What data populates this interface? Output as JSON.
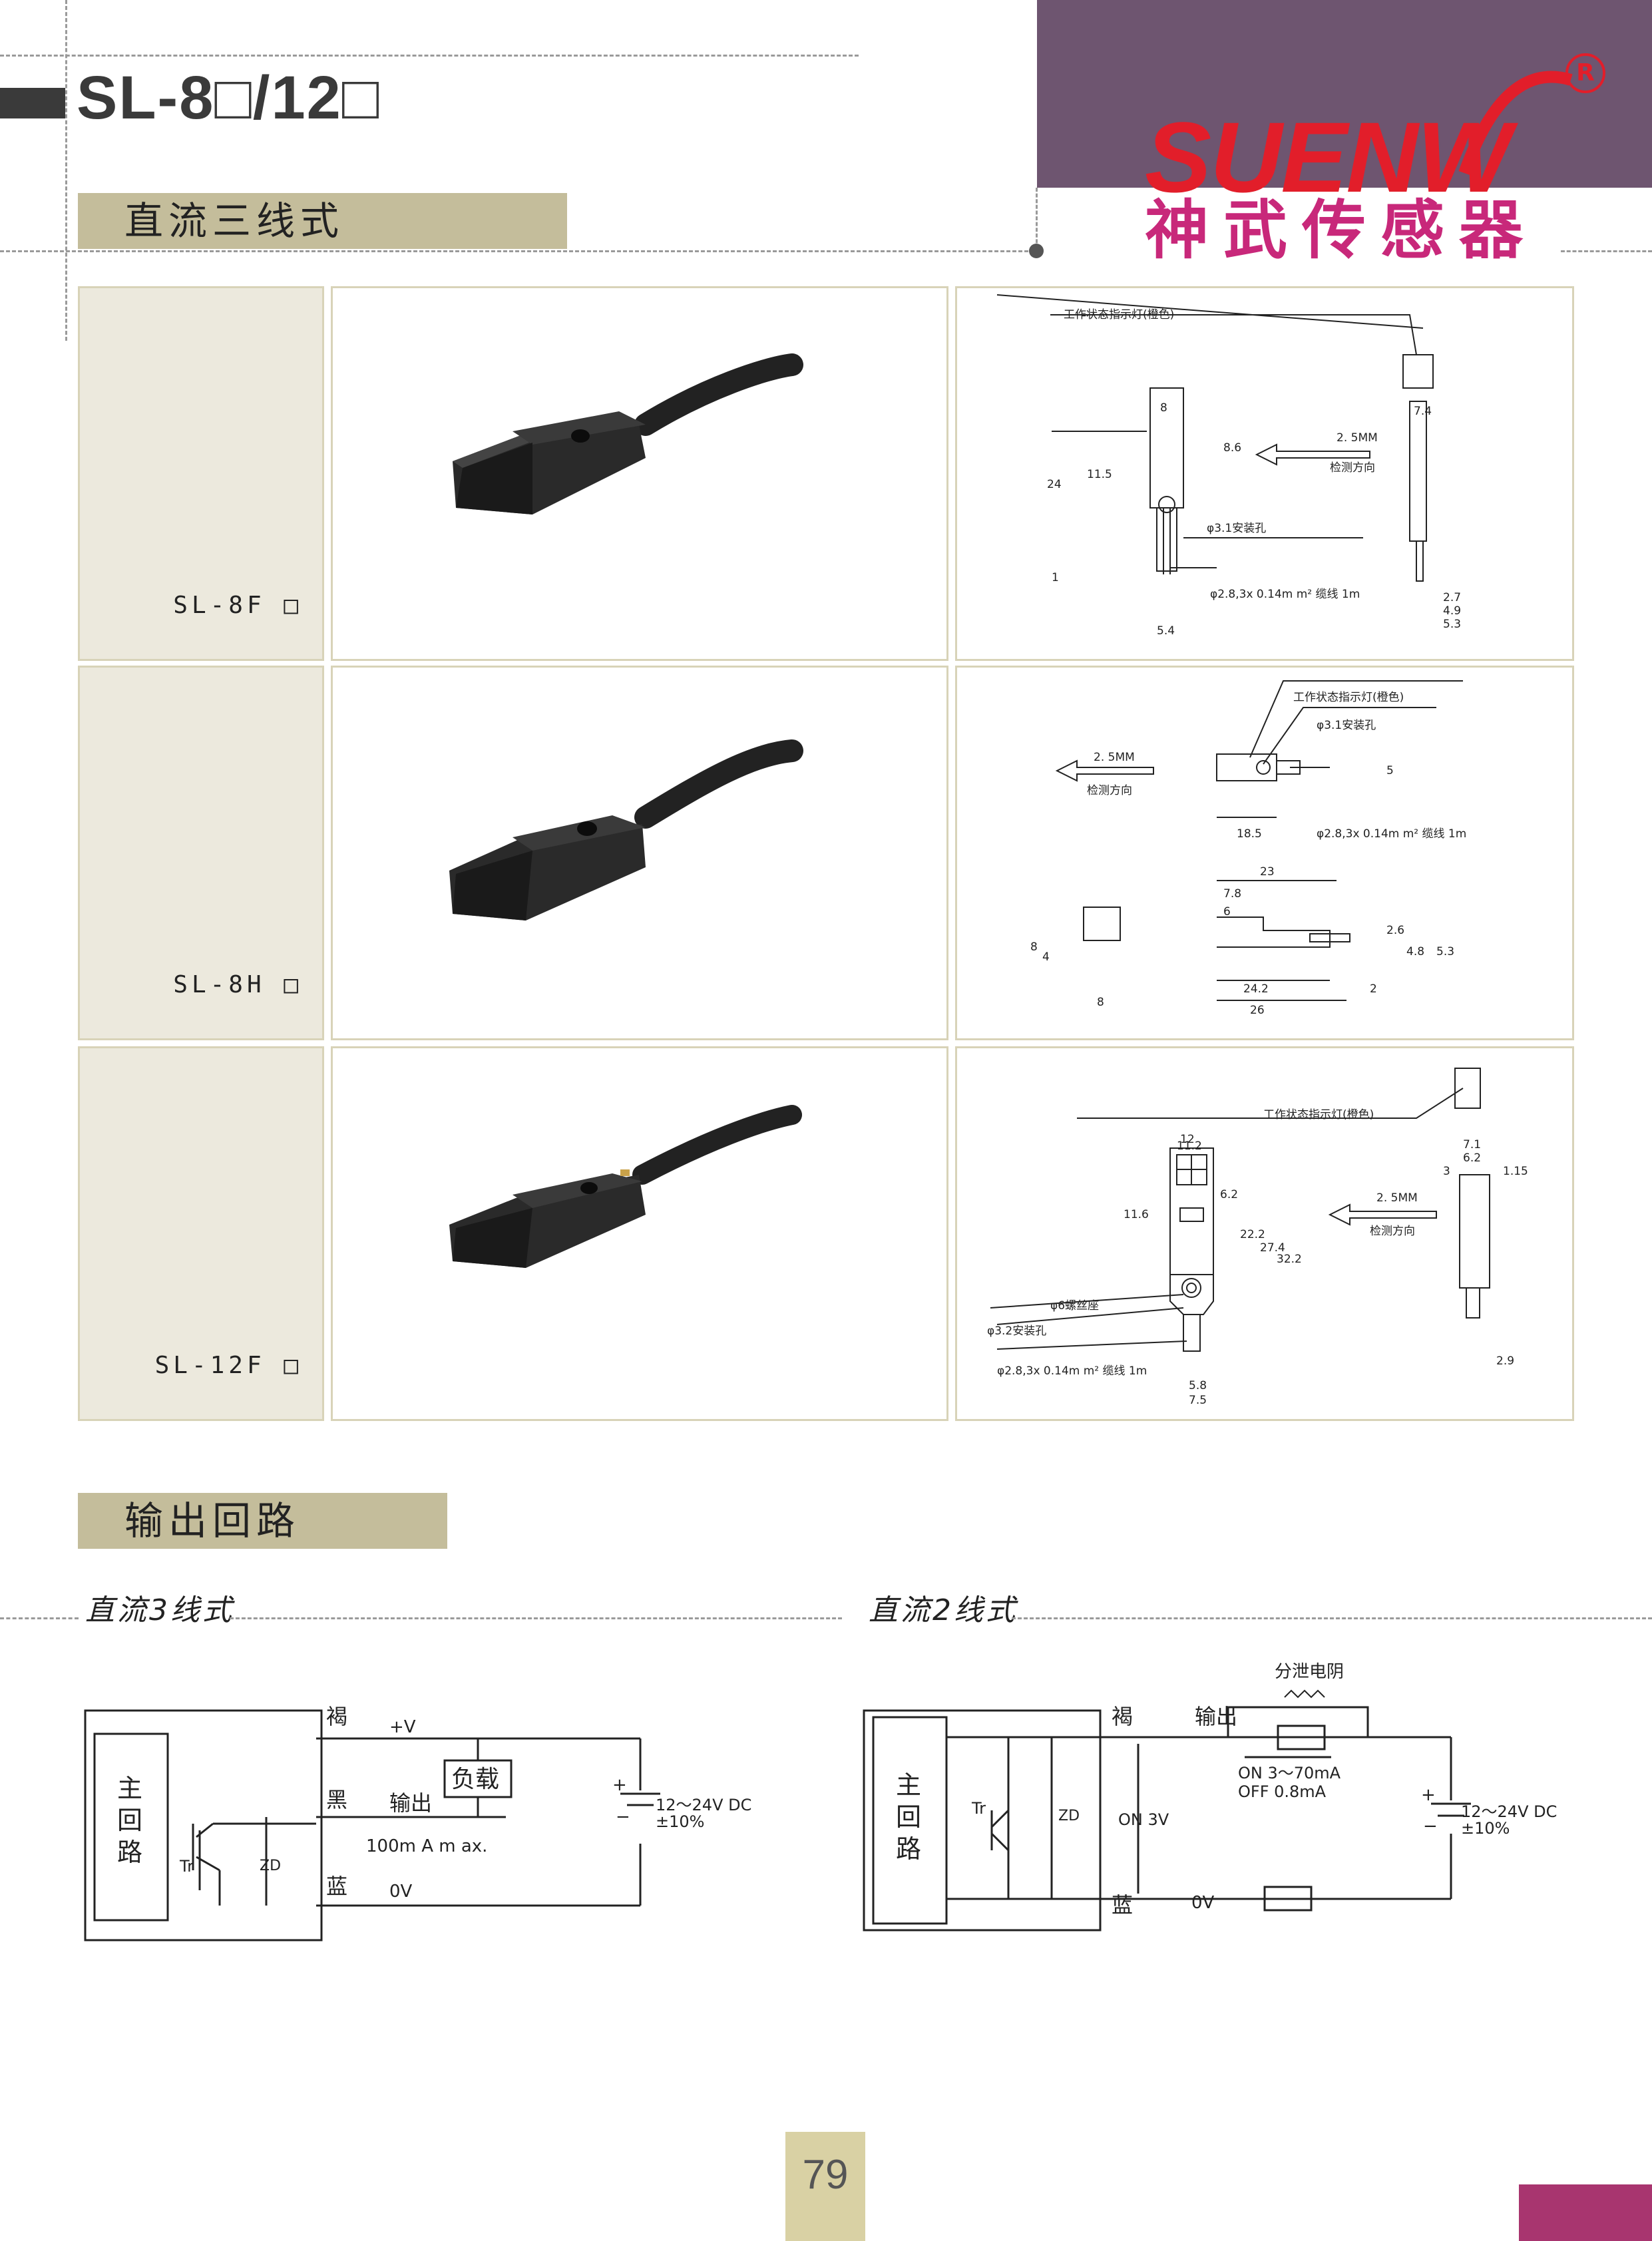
{
  "header": {
    "title": "SL-8□/12□",
    "logo_text": "SUENW",
    "logo_reg": "R",
    "logo_cn": "神武传感器"
  },
  "section1": {
    "label": "直流三线式"
  },
  "rows": [
    {
      "model": "SL-8F □",
      "drawing": {
        "indicator": "工作状态指示灯(橙色)",
        "det_dist": "2. 5MM",
        "det_dir": "检测方向",
        "hole": "φ3.1安装孔",
        "cable": "φ2.8,3x 0.14m m² 缆线 1m",
        "d_8": "8",
        "d_8_6": "8.6",
        "d_11_5": "11.5",
        "d_24": "24",
        "d_1": "1",
        "d_5_4": "5.4",
        "d_7_4": "7.4",
        "d_2_7": "2.7",
        "d_4_9": "4.9",
        "d_5_3": "5.3"
      }
    },
    {
      "model": "SL-8H □",
      "drawing": {
        "indicator": "工作状态指示灯(橙色)",
        "hole": "φ3.1安装孔",
        "det_dist": "2. 5MM",
        "det_dir": "检测方向",
        "cable": "φ2.8,3x 0.14m m² 缆线 1m",
        "d_5": "5",
        "d_18_5": "18.5",
        "d_23": "23",
        "d_7_8": "7.8",
        "d_6": "6",
        "d_8a": "8",
        "d_4": "4",
        "d_8b": "8",
        "d_2_6": "2.6",
        "d_4_8": "4.8",
        "d_5_3": "5.3",
        "d_24_2": "24.2",
        "d_26": "26",
        "d_2": "2"
      }
    },
    {
      "model": "SL-12F □",
      "drawing": {
        "indicator": "工作状态指示灯(橙色)",
        "det_dist": "2. 5MM",
        "det_dir": "检测方向",
        "screw": "φ6螺丝座",
        "hole": "φ3.2安装孔",
        "cable": "φ2.8,3x 0.14m m² 缆线 1m",
        "d_12": "12",
        "d_11_2": "11.2",
        "d_11_6": "11.6",
        "d_6_2": "6.2",
        "d_22_2": "22.2",
        "d_27_4": "27.4",
        "d_32_2": "32.2",
        "d_5_8": "5.8",
        "d_7_5": "7.5",
        "d_7_1": "7.1",
        "d_6_2b": "6.2",
        "d_3": "3",
        "d_1_15": "1.15",
        "d_2_9": "2.9"
      }
    }
  ],
  "section2": {
    "label": "输出回路"
  },
  "circuit3": {
    "heading": "直流3线式",
    "main": [
      "主",
      "回",
      "路"
    ],
    "brown": "褐",
    "black": "黑",
    "blue": "蓝",
    "vplus": "+V",
    "output": "输出",
    "current": "100m A m ax.",
    "zero": "0V",
    "load": "负载",
    "supply": "12～24V  DC",
    "tol": "±10%",
    "tr": "Tr",
    "zd": "ZD"
  },
  "circuit2": {
    "heading": "直流2线式",
    "main": [
      "主",
      "回",
      "路"
    ],
    "brown": "褐",
    "blue": "蓝",
    "output": "输出",
    "bleed": "分泄电阴",
    "on": "ON  3～70mA",
    "off": "OFF  0.8mA",
    "on3v": "ON  3V",
    "zero": "0V",
    "supply": "12～24V  DC",
    "tol": "±10%",
    "tr": "Tr",
    "zd": "ZD"
  },
  "footer": {
    "page": "79"
  }
}
